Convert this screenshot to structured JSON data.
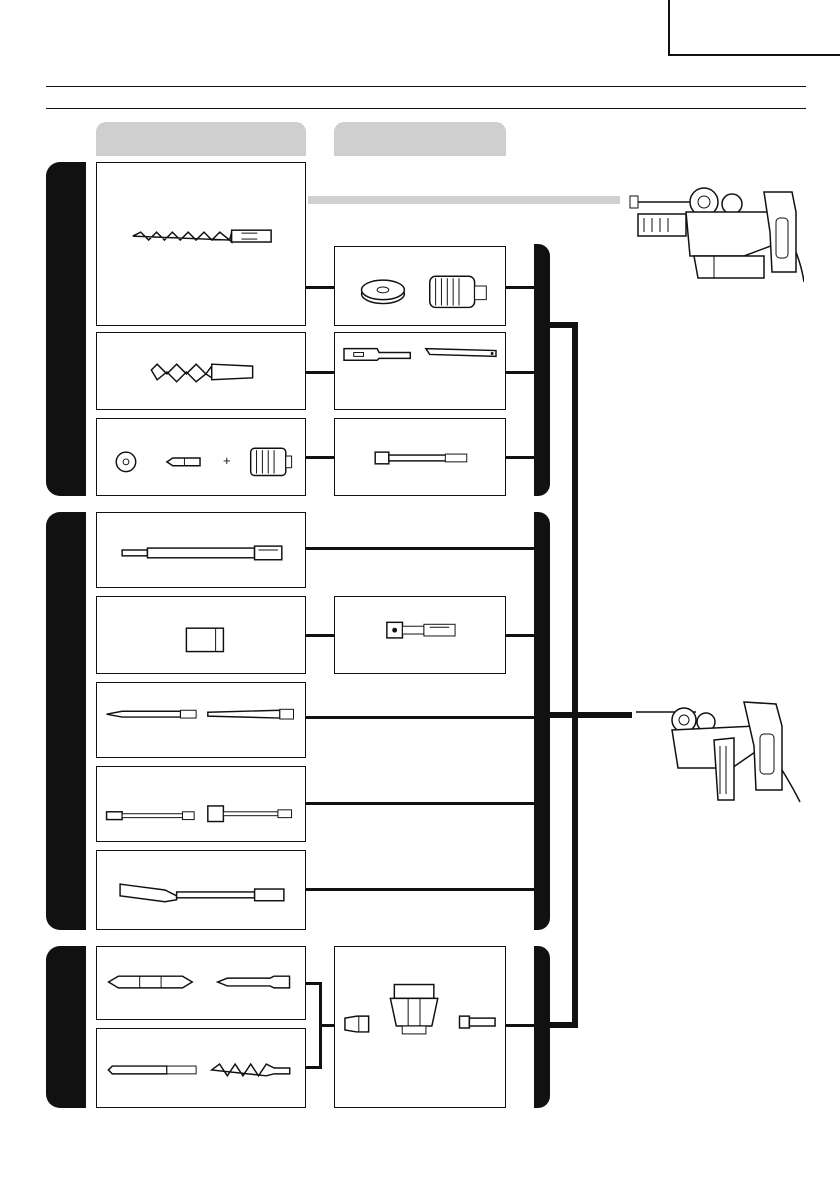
{
  "page": {
    "page_tab_label": "",
    "header_title": ""
  },
  "columns": {
    "accessories_header": "",
    "adapters_header": ""
  },
  "categories": [
    {
      "name": "",
      "id": "drilling"
    },
    {
      "name": "",
      "id": "hammering"
    },
    {
      "name": "",
      "id": "screwing"
    }
  ],
  "accessory_rows": [
    {
      "id": "sds-plus-drill-bit",
      "icons": [
        "sds-drill-bit-icon"
      ]
    },
    {
      "id": "taper-shank-drill-bit",
      "icons": [
        "taper-shank-bit-icon"
      ]
    },
    {
      "id": "core-bit-set",
      "icons": [
        "center-pin-icon",
        "center-drill-icon",
        "core-bit-icon"
      ],
      "plus_sign": "+"
    },
    {
      "id": "bull-point",
      "icons": [
        "bull-point-icon"
      ]
    },
    {
      "id": "grooving-tool",
      "icons": [
        "grooving-block-icon"
      ]
    },
    {
      "id": "points-and-chisels",
      "icons": [
        "pointed-chisel-icon",
        "flat-chisel-icon"
      ]
    },
    {
      "id": "scaling-chisels",
      "icons": [
        "cold-chisel-icon",
        "spade-chisel-icon"
      ]
    },
    {
      "id": "gouge-chisel",
      "icons": [
        "gouge-chisel-icon"
      ]
    },
    {
      "id": "screwdriver-bits",
      "icons": [
        "double-bit-icon",
        "single-bit-icon"
      ]
    },
    {
      "id": "straight-shank-bits",
      "icons": [
        "twist-drill-icon",
        "wood-auger-icon"
      ]
    }
  ],
  "adapter_rows": [
    {
      "id": "dust-cup-and-core-adapter",
      "icons": [
        "dust-cup-icon",
        "threaded-adapter-icon"
      ]
    },
    {
      "id": "taper-shank-adapter-and-cotter",
      "icons": [
        "taper-adapter-icon",
        "cotter-icon"
      ]
    },
    {
      "id": "core-bit-shank",
      "icons": [
        "core-shank-icon"
      ]
    },
    {
      "id": "grooving-shank",
      "icons": [
        "grooving-shank-icon"
      ]
    },
    {
      "id": "chuck-assembly",
      "icons": [
        "chuck-wrench-icon",
        "drill-chuck-icon",
        "chuck-adapter-icon"
      ]
    }
  ],
  "tools": [
    {
      "id": "hammer-with-dust-collector",
      "icon": "rotary-hammer-dust-collector-icon"
    },
    {
      "id": "rotary-hammer",
      "icon": "rotary-hammer-icon"
    }
  ],
  "colors": {
    "line": "#111111",
    "header_fill": "#cfcfcf",
    "band_fill": "#d0d0d0"
  }
}
